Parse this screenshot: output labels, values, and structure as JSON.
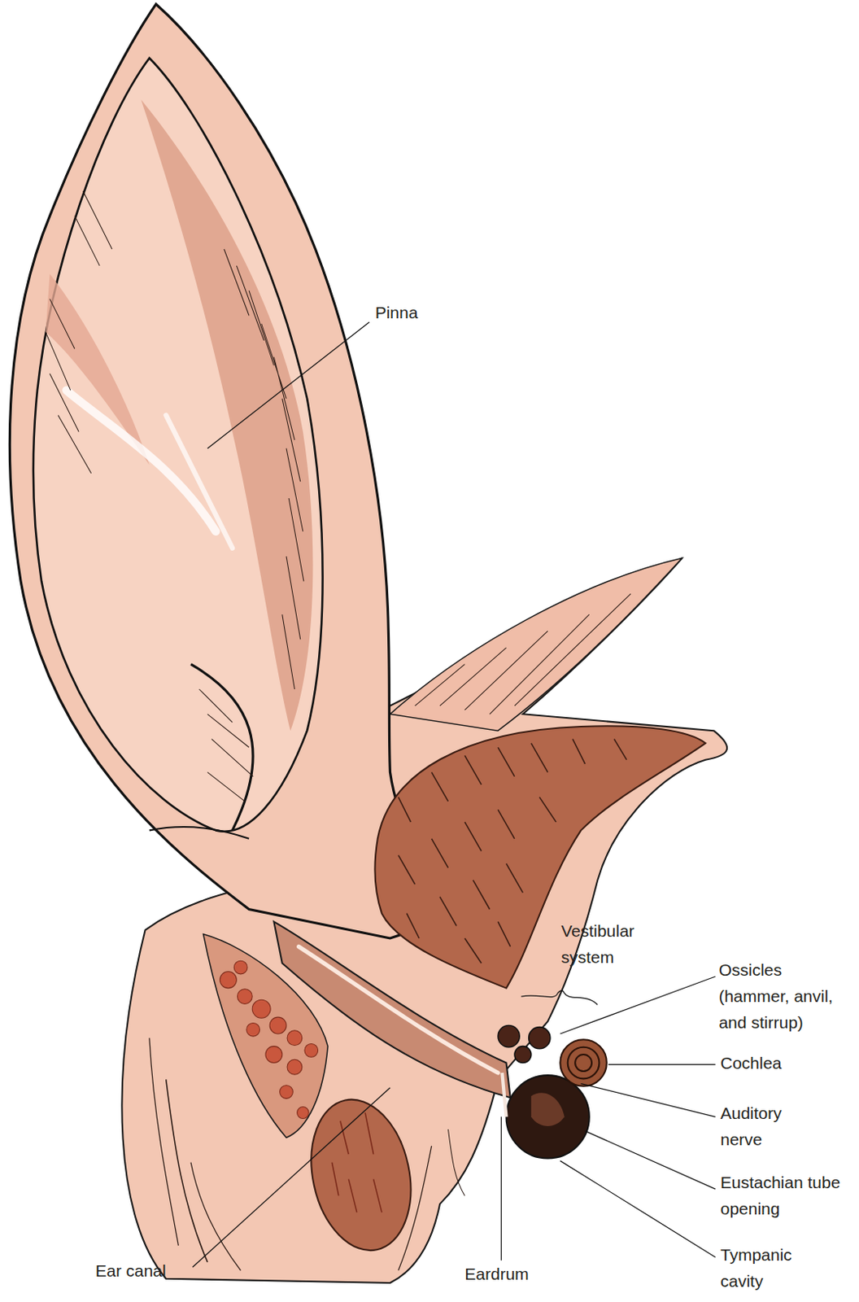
{
  "diagram": {
    "labels": [
      "Pinna",
      "Vestibular system",
      "Ossicles (hammer, anvil, and stirrup)",
      "Cochlea",
      "Auditory nerve",
      "Eustachian tube opening",
      "Tympanic cavity",
      "Ear canal",
      "Eardrum"
    ]
  }
}
